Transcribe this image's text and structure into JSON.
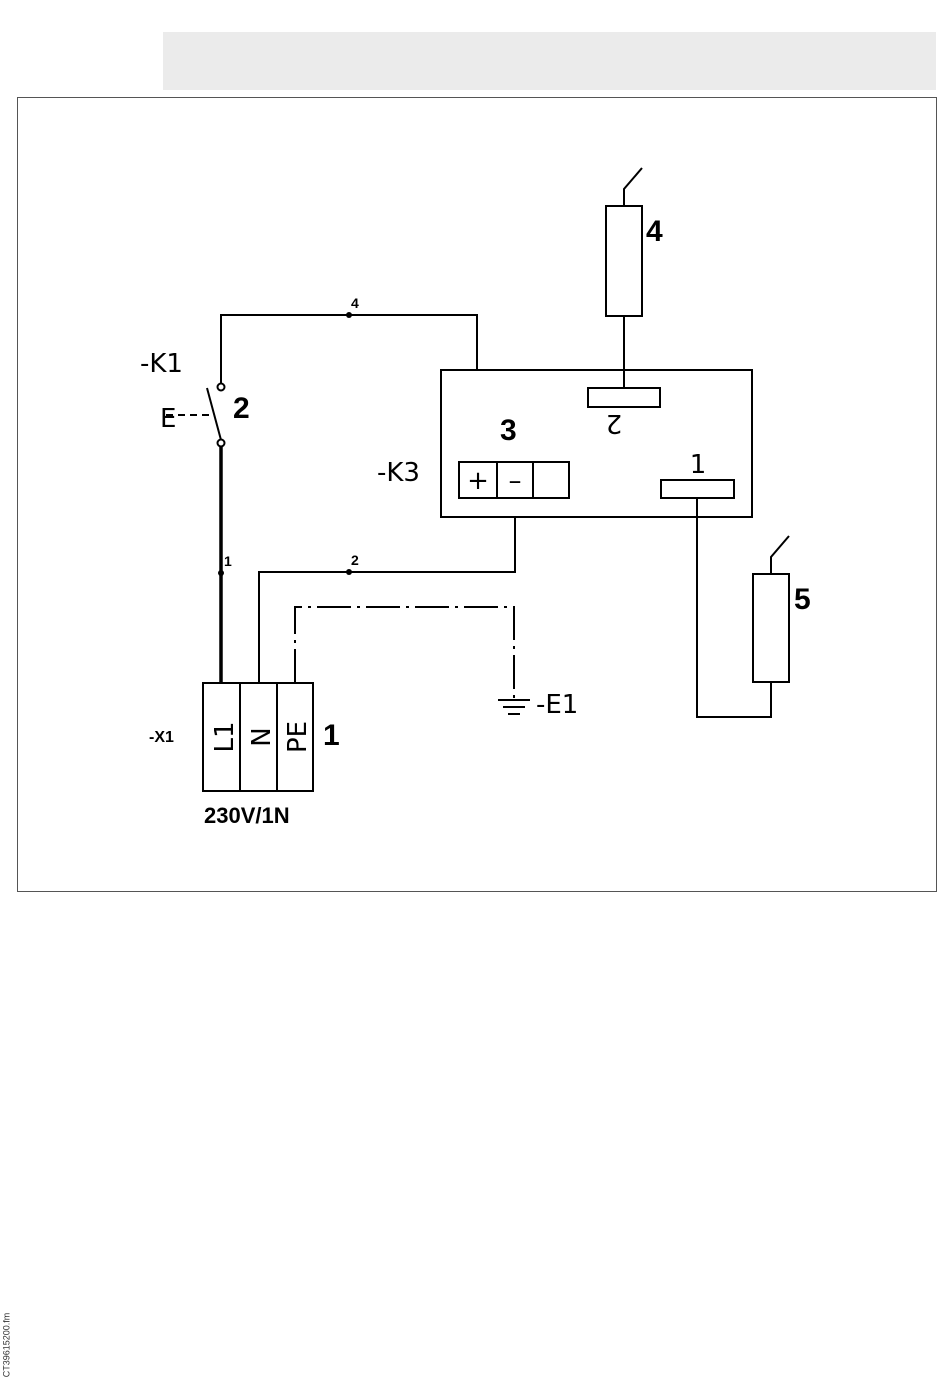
{
  "side_label": "CT39615200.fm",
  "diagram": {
    "K1_label": "-K1",
    "E_label": "E",
    "K3_label": "-K3",
    "E1_label": "-E1",
    "X1_label": "-X1",
    "term_L1": "L1",
    "term_N": "N",
    "term_PE": "PE",
    "supply": "230V/1N",
    "plus": "+",
    "minus": "–",
    "wire_1": "1",
    "wire_2": "2",
    "wire_4": "4",
    "k3_port_1": "1",
    "k3_port_2": "2",
    "num_1": "1",
    "num_2": "2",
    "num_3": "3",
    "num_4": "4",
    "num_5": "5"
  }
}
